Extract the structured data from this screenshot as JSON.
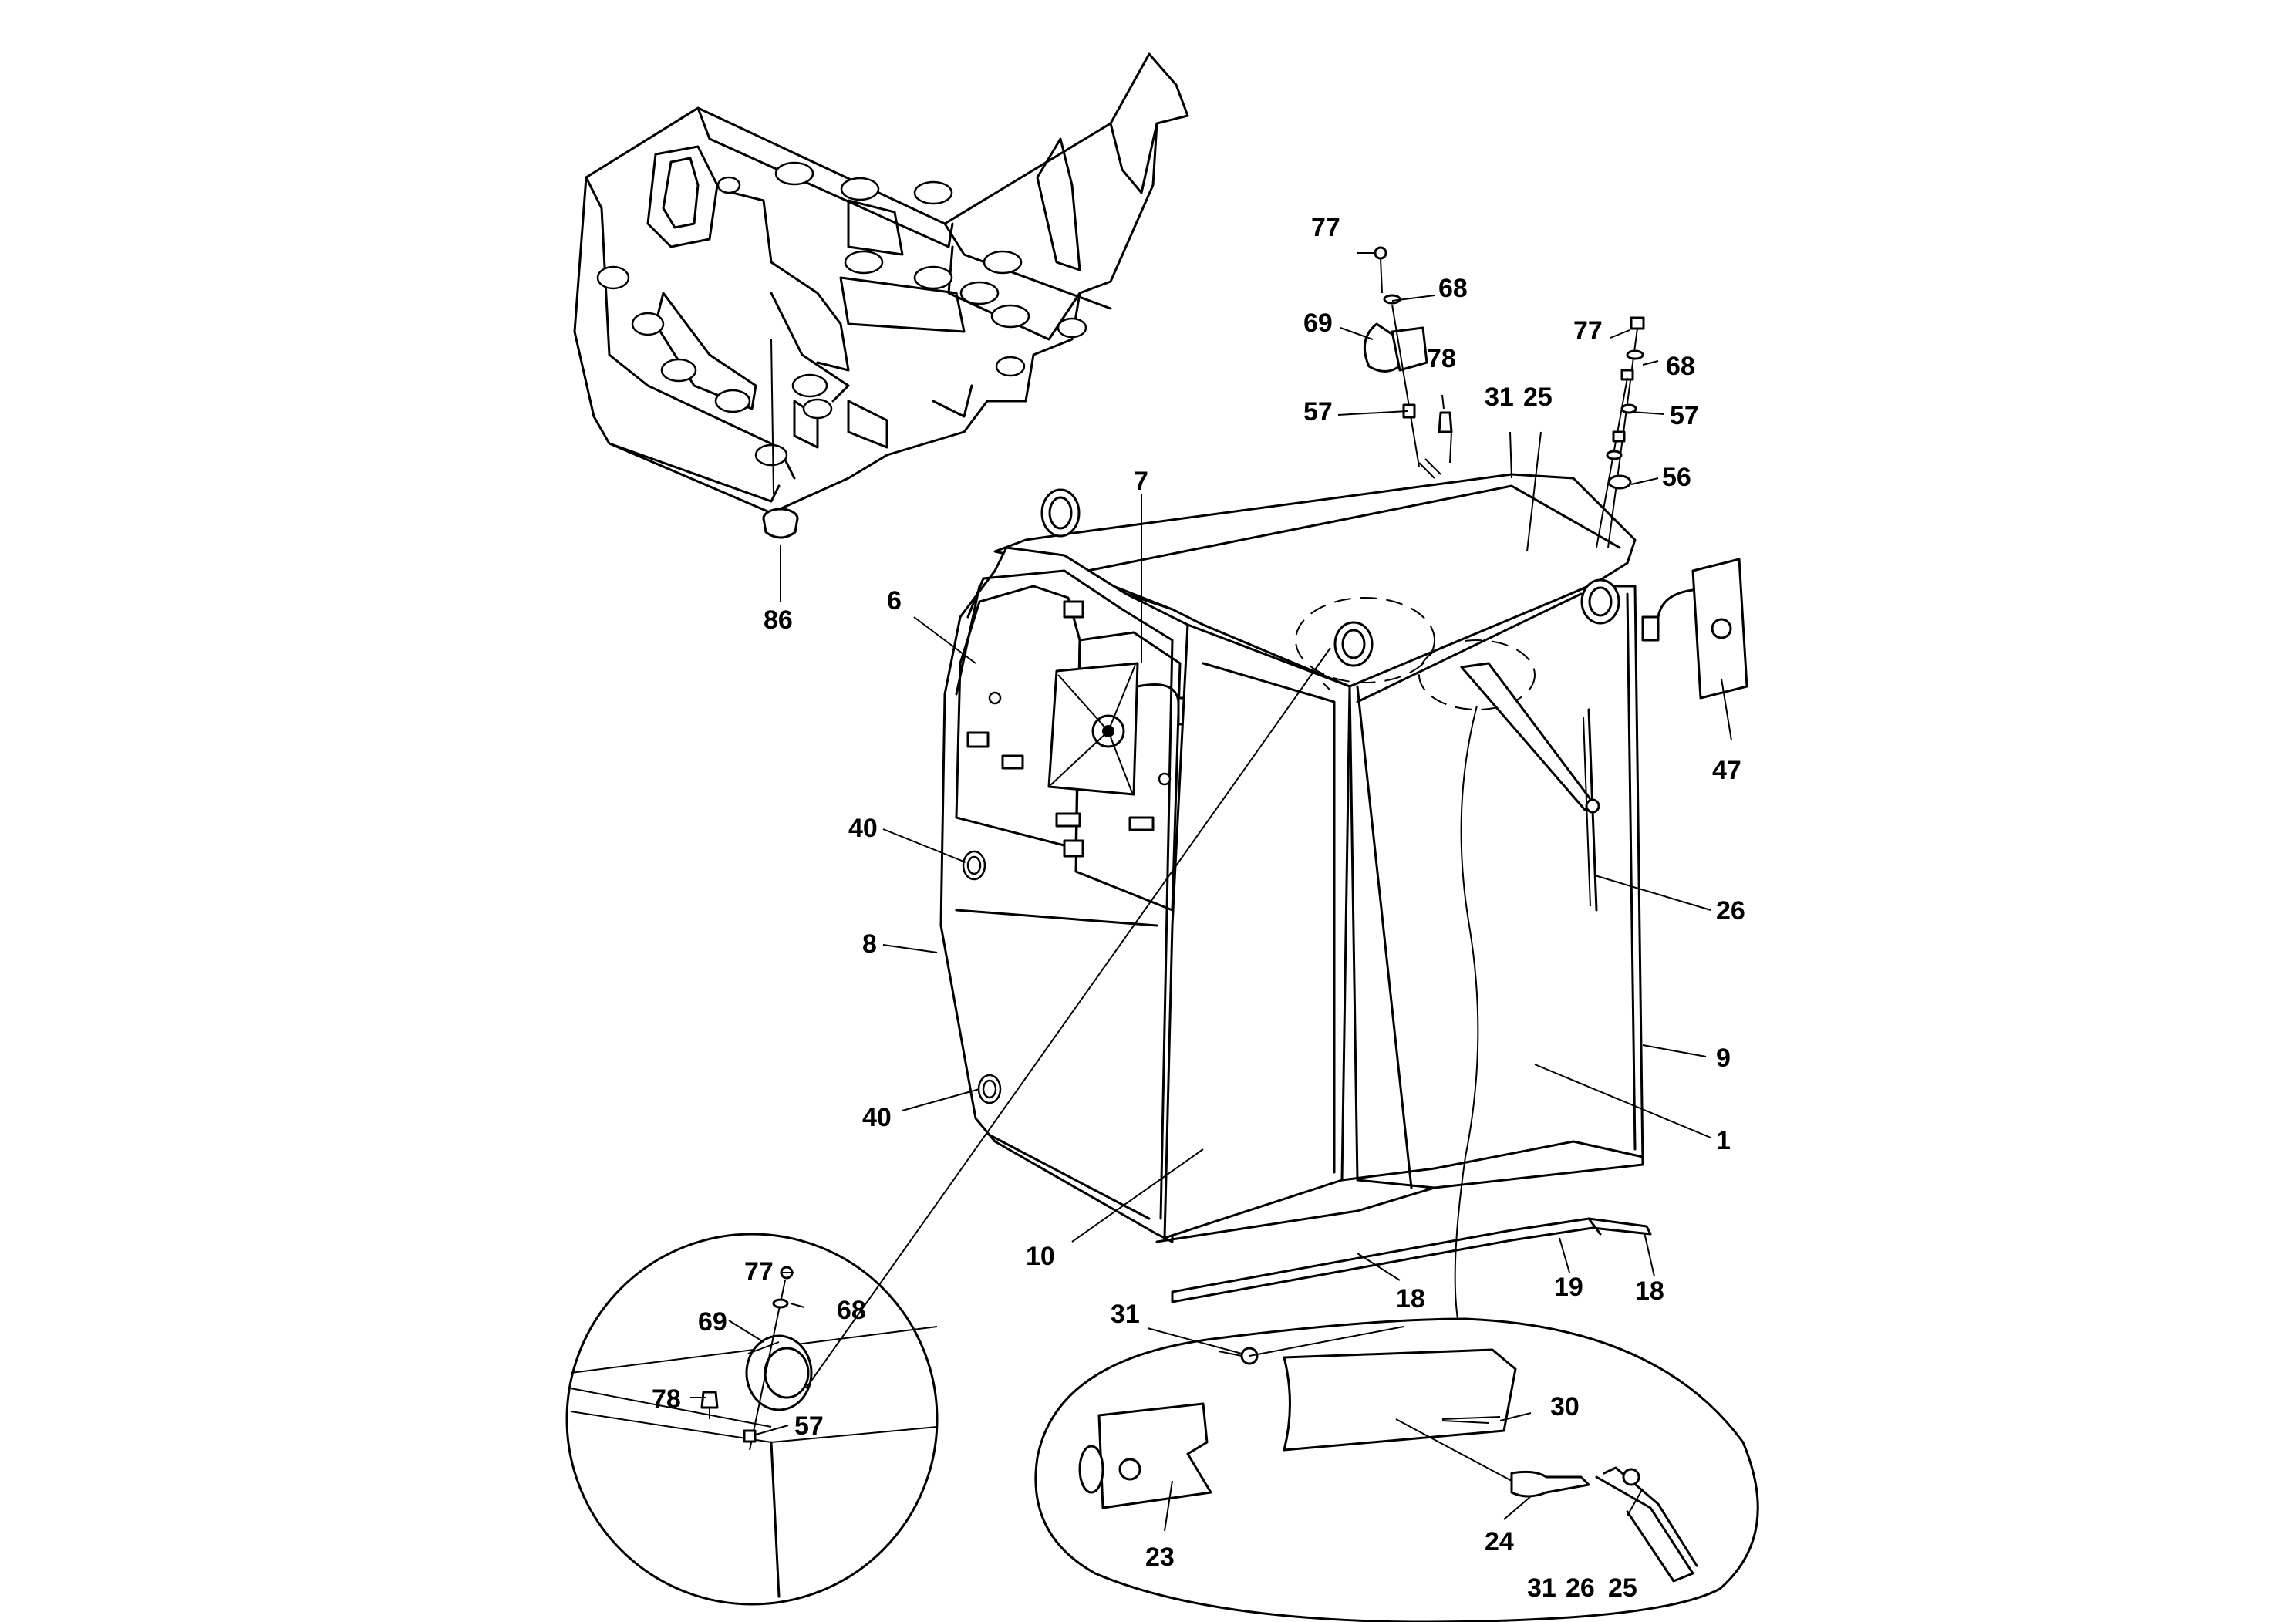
{
  "diagram": {
    "callouts": {
      "c77a": "77",
      "c68a": "68",
      "c69a": "69",
      "c78a": "78",
      "c57a": "57",
      "c31a": "31",
      "c25a": "25",
      "c77b": "77",
      "c68b": "68",
      "c57b": "57",
      "c56": "56",
      "c47": "47",
      "c7": "7",
      "c6": "6",
      "c40a": "40",
      "c8": "8",
      "c40b": "40",
      "c26": "26",
      "c9": "9",
      "c1": "1",
      "c10": "10",
      "c18a": "18",
      "c19": "19",
      "c18b": "18",
      "c86": "86",
      "d77": "77",
      "d68": "68",
      "d69": "69",
      "d78": "78",
      "d57": "57",
      "e31": "31",
      "e30": "30",
      "e23": "23",
      "e24": "24",
      "e31b": "31",
      "e26": "26",
      "e25": "25"
    }
  }
}
